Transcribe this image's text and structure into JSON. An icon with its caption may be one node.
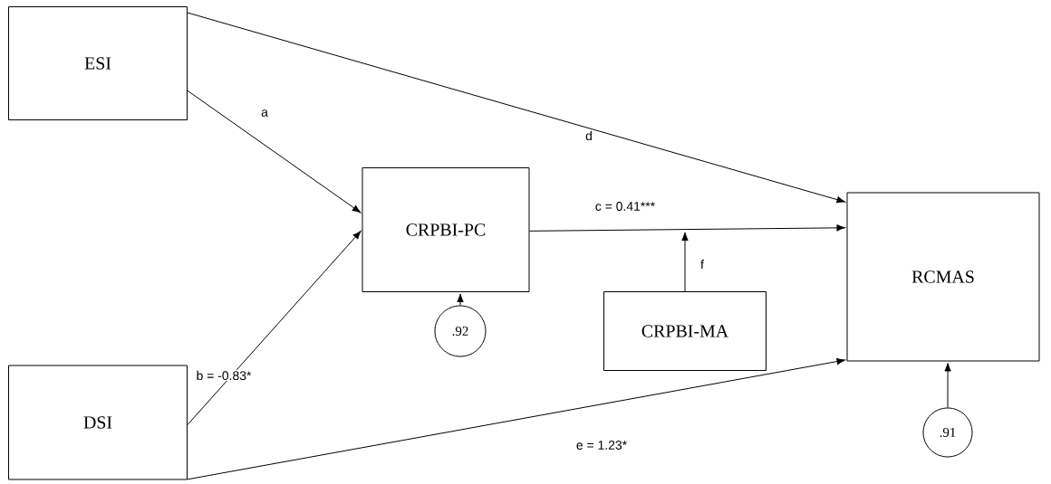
{
  "diagram": {
    "nodes": [
      {
        "text": [
          "ESI"
        ]
      },
      {
        "text": [
          "DSI"
        ]
      },
      {
        "text": [
          "CRPBI-PC"
        ]
      },
      {
        "text": [
          "CRPBI-MA"
        ]
      },
      {
        "text": [
          "RCMAS"
        ]
      },
      {
        "text": [
          ".92"
        ]
      },
      {
        "text": [
          ".91"
        ]
      }
    ],
    "edges": [
      {
        "from": 0,
        "to": 2,
        "arrow": "to",
        "label": "a"
      },
      {
        "from": 1,
        "to": 2,
        "arrow": "to",
        "label": "b = -0.83*"
      },
      {
        "from": 2,
        "to": 4,
        "arrow": "to",
        "label": "c = 0.41***"
      },
      {
        "from": 0,
        "to": 4,
        "arrow": "to",
        "label": "d"
      },
      {
        "from": 1,
        "to": 4,
        "arrow": "to",
        "label": "e = 1.23*"
      },
      {
        "from": 5,
        "to": 2,
        "arrow": "to"
      },
      {
        "from": 6,
        "to": 4,
        "arrow": "to"
      },
      {
        "from": 3,
        "to": null,
        "arrow": "to",
        "label": "f"
      }
    ]
  }
}
